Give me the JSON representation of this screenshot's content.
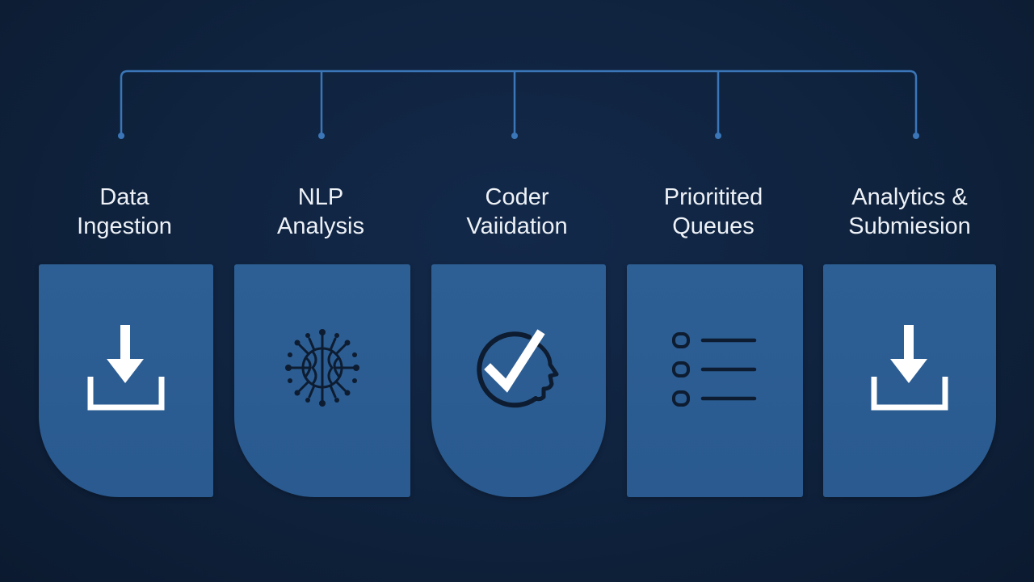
{
  "colors": {
    "background": "#0f223d",
    "card": "#2b5b91",
    "connector": "#3a76b8",
    "label": "#eef2f7",
    "icon_light": "#ffffff",
    "icon_dark": "#0d1c30"
  },
  "stages": [
    {
      "line1": "Data",
      "line2": "Ingestion",
      "icon": "download-icon"
    },
    {
      "line1": "NLP",
      "line2": "Analysis",
      "icon": "neural-network-icon"
    },
    {
      "line1": "Coder",
      "line2": "Vaiidation",
      "icon": "check-head-icon"
    },
    {
      "line1": "Prioritited",
      "line2": "Queues",
      "icon": "list-icon"
    },
    {
      "line1": "Analytics &",
      "line2": "Submiesion",
      "icon": "download-icon"
    }
  ]
}
